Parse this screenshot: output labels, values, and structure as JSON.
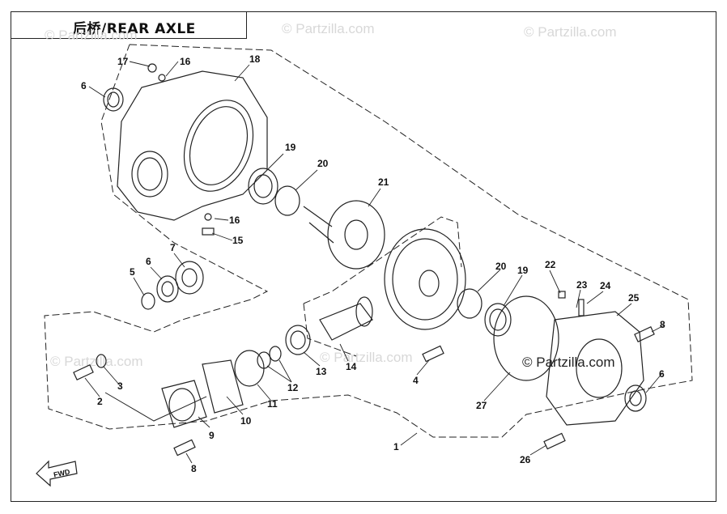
{
  "header": {
    "title": "后桥/REAR  AXLE"
  },
  "watermark": {
    "text": "© Partzilla.com"
  },
  "fwd_label": "FWD",
  "callouts": [
    {
      "id": "c17",
      "text": "17"
    },
    {
      "id": "c16a",
      "text": "16"
    },
    {
      "id": "c18",
      "text": "18"
    },
    {
      "id": "c6a",
      "text": "6"
    },
    {
      "id": "c19a",
      "text": "19"
    },
    {
      "id": "c20a",
      "text": "20"
    },
    {
      "id": "c21",
      "text": "21"
    },
    {
      "id": "c16b",
      "text": "16"
    },
    {
      "id": "c15",
      "text": "15"
    },
    {
      "id": "c7",
      "text": "7"
    },
    {
      "id": "c6b",
      "text": "6"
    },
    {
      "id": "c5",
      "text": "5"
    },
    {
      "id": "c3",
      "text": "3"
    },
    {
      "id": "c2",
      "text": "2"
    },
    {
      "id": "c9",
      "text": "9"
    },
    {
      "id": "c8a",
      "text": "8"
    },
    {
      "id": "c10",
      "text": "10"
    },
    {
      "id": "c11",
      "text": "11"
    },
    {
      "id": "c12",
      "text": "12"
    },
    {
      "id": "c13",
      "text": "13"
    },
    {
      "id": "c14",
      "text": "14"
    },
    {
      "id": "c4",
      "text": "4"
    },
    {
      "id": "c20b",
      "text": "20"
    },
    {
      "id": "c19b",
      "text": "19"
    },
    {
      "id": "c22",
      "text": "22"
    },
    {
      "id": "c23",
      "text": "23"
    },
    {
      "id": "c24",
      "text": "24"
    },
    {
      "id": "c25",
      "text": "25"
    },
    {
      "id": "c8b",
      "text": "8"
    },
    {
      "id": "c6c",
      "text": "6"
    },
    {
      "id": "c27",
      "text": "27"
    },
    {
      "id": "c1",
      "text": "1"
    },
    {
      "id": "c26",
      "text": "26"
    }
  ],
  "colors": {
    "line": "#222222",
    "watermark": "#d8d8d8"
  }
}
